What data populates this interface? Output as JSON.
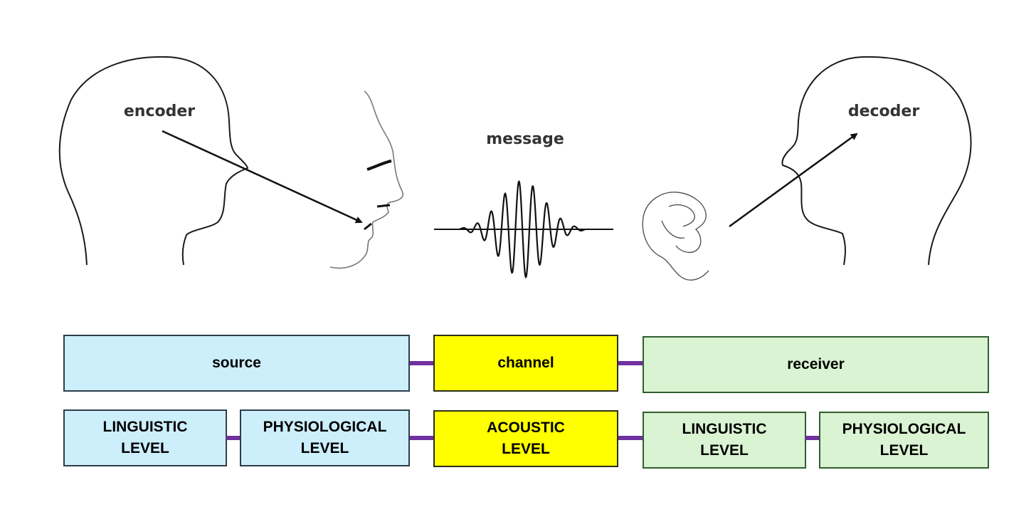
{
  "illustration": {
    "encoder_label": "encoder",
    "message_label": "message",
    "decoder_label": "decoder"
  },
  "top_row": {
    "source": "source",
    "channel": "channel",
    "receiver": "receiver"
  },
  "bottom_row": {
    "source_linguistic": {
      "line1": "LINGUISTIC",
      "line2": "LEVEL"
    },
    "source_physiological": {
      "line1": "PHYSIOLOGICAL",
      "line2": "LEVEL"
    },
    "channel_acoustic": {
      "line1": "ACOUSTIC",
      "line2": "LEVEL"
    },
    "receiver_linguistic": {
      "line1": "LINGUISTIC",
      "line2": "LEVEL"
    },
    "receiver_physiological": {
      "line1": "PHYSIOLOGICAL",
      "line2": "LEVEL"
    }
  },
  "colors": {
    "source": "#cdeefb",
    "channel": "#ffff00",
    "receiver": "#daf3d2",
    "connector": "#7030a0"
  }
}
